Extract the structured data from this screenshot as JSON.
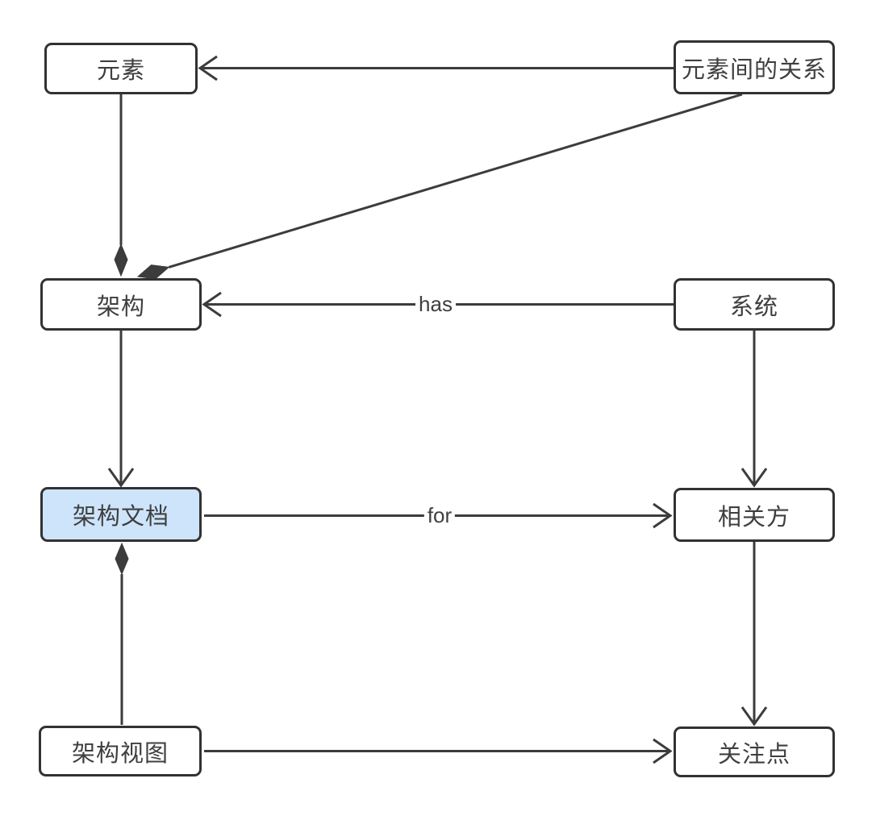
{
  "diagram": {
    "background_color": "#ffffff",
    "line_color": "#3c3c3c",
    "text_color": "#3f3f3f",
    "node_fill_color": "#ffffff",
    "highlight_fill_color": "#cde4fa",
    "nodes": {
      "element": {
        "label": "元素",
        "highlighted": false
      },
      "element_relationship": {
        "label": "元素间的关系",
        "highlighted": false
      },
      "architecture": {
        "label": "架构",
        "highlighted": false
      },
      "system": {
        "label": "系统",
        "highlighted": false
      },
      "architecture_document": {
        "label": "架构文档",
        "highlighted": true
      },
      "stakeholder": {
        "label": "相关方",
        "highlighted": false
      },
      "architecture_view": {
        "label": "架构视图",
        "highlighted": false
      },
      "concern": {
        "label": "关注点",
        "highlighted": false
      }
    },
    "edge_labels": {
      "has": "has",
      "for": "for"
    },
    "edges": [
      {
        "from": "元素间的关系",
        "to": "元素",
        "type": "open-arrow",
        "label": ""
      },
      {
        "from": "元素",
        "to": "架构",
        "type": "composition-diamond",
        "label": ""
      },
      {
        "from": "元素间的关系",
        "to": "架构",
        "type": "composition-diamond",
        "label": ""
      },
      {
        "from": "系统",
        "to": "架构",
        "type": "open-arrow",
        "label": "has"
      },
      {
        "from": "架构",
        "to": "架构文档",
        "type": "open-arrow",
        "label": ""
      },
      {
        "from": "系统",
        "to": "相关方",
        "type": "open-arrow",
        "label": ""
      },
      {
        "from": "架构文档",
        "to": "相关方",
        "type": "open-arrow",
        "label": "for"
      },
      {
        "from": "架构文档",
        "to": "架构视图",
        "type": "composition-diamond",
        "label": ""
      },
      {
        "from": "相关方",
        "to": "关注点",
        "type": "open-arrow",
        "label": ""
      },
      {
        "from": "架构视图",
        "to": "关注点",
        "type": "open-arrow",
        "label": ""
      }
    ]
  }
}
